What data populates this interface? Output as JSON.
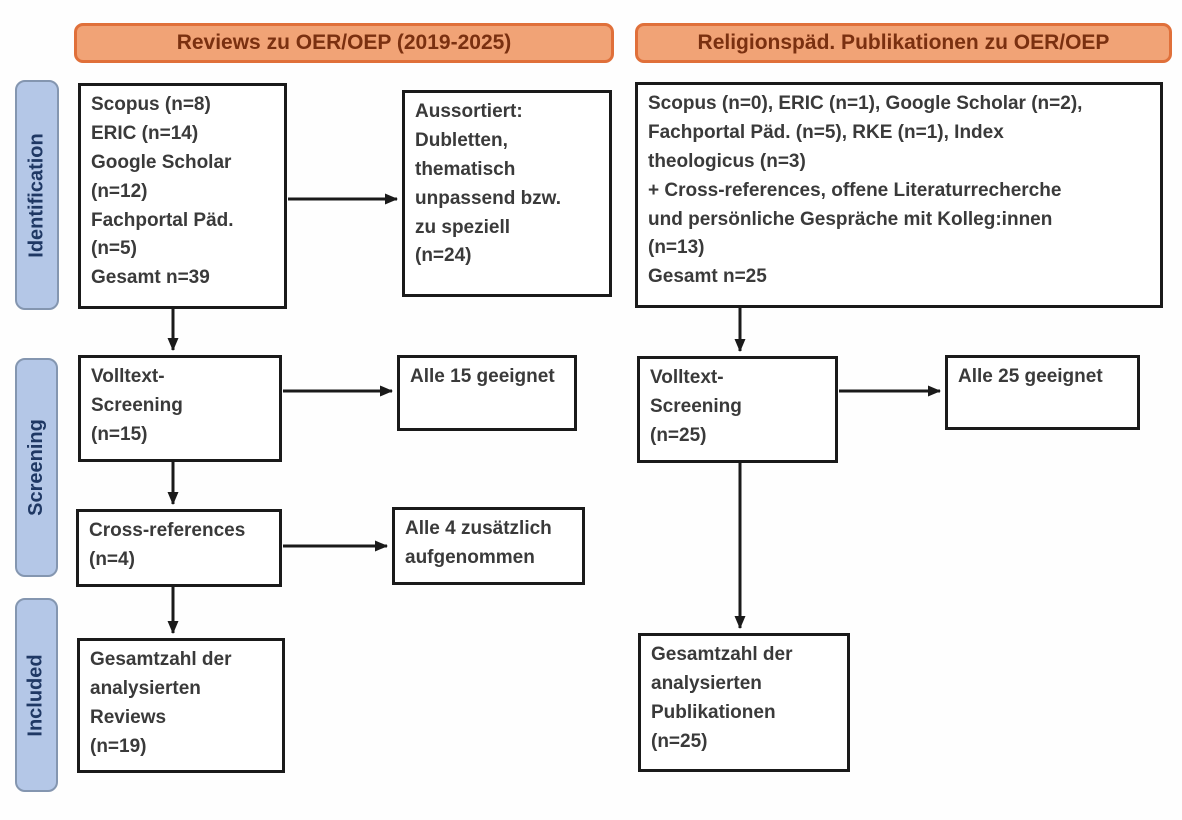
{
  "diagram": {
    "title_left": "Reviews zu OER/OEP (2019-2025)",
    "title_right": "Religionspäd. Publikationen zu OER/OEP",
    "stages": {
      "identification": "Identification",
      "screening": "Screening",
      "included": "Included"
    },
    "left": {
      "sources": "Scopus (n=8)\nERIC (n=14)\nGoogle Scholar\n(n=12)\nFachportal Päd.\n(n=5)\nGesamt n=39",
      "excluded": "Aussortiert:\nDubletten,\nthematisch\nunpassend bzw.\nzu speziell\n(n=24)",
      "fulltext_screening": "Volltext-\nScreening\n(n=15)",
      "fulltext_result": "Alle 15 geeignet",
      "cross_references": "Cross-references\n(n=4)",
      "cross_references_result": "Alle 4 zusätzlich\naufgenommen",
      "included_total": "Gesamtzahl der\nanalysierten\nReviews\n(n=19)"
    },
    "right": {
      "sources": "Scopus (n=0), ERIC (n=1), Google Scholar (n=2),\nFachportal Päd. (n=5), RKE (n=1), Index\ntheologicus (n=3)\n+ Cross-references, offene Literaturrecherche\nund persönliche Gespräche mit Kolleg:innen\n(n=13)\nGesamt n=25",
      "fulltext_screening": "Volltext-\nScreening\n(n=25)",
      "fulltext_result": "Alle 25 geeignet",
      "included_total": "Gesamtzahl der\nanalysierten\nPublikationen\n(n=25)"
    },
    "colors": {
      "header_fill": "#F1A376",
      "header_border": "#E0703A",
      "header_text": "#7A3010",
      "stage_fill": "#B4C7E7",
      "stage_border": "#8496B0",
      "stage_text": "#1F3864",
      "box_border": "#1A1A1A",
      "box_text": "#3A3A3A",
      "arrow": "#1A1A1A"
    }
  }
}
